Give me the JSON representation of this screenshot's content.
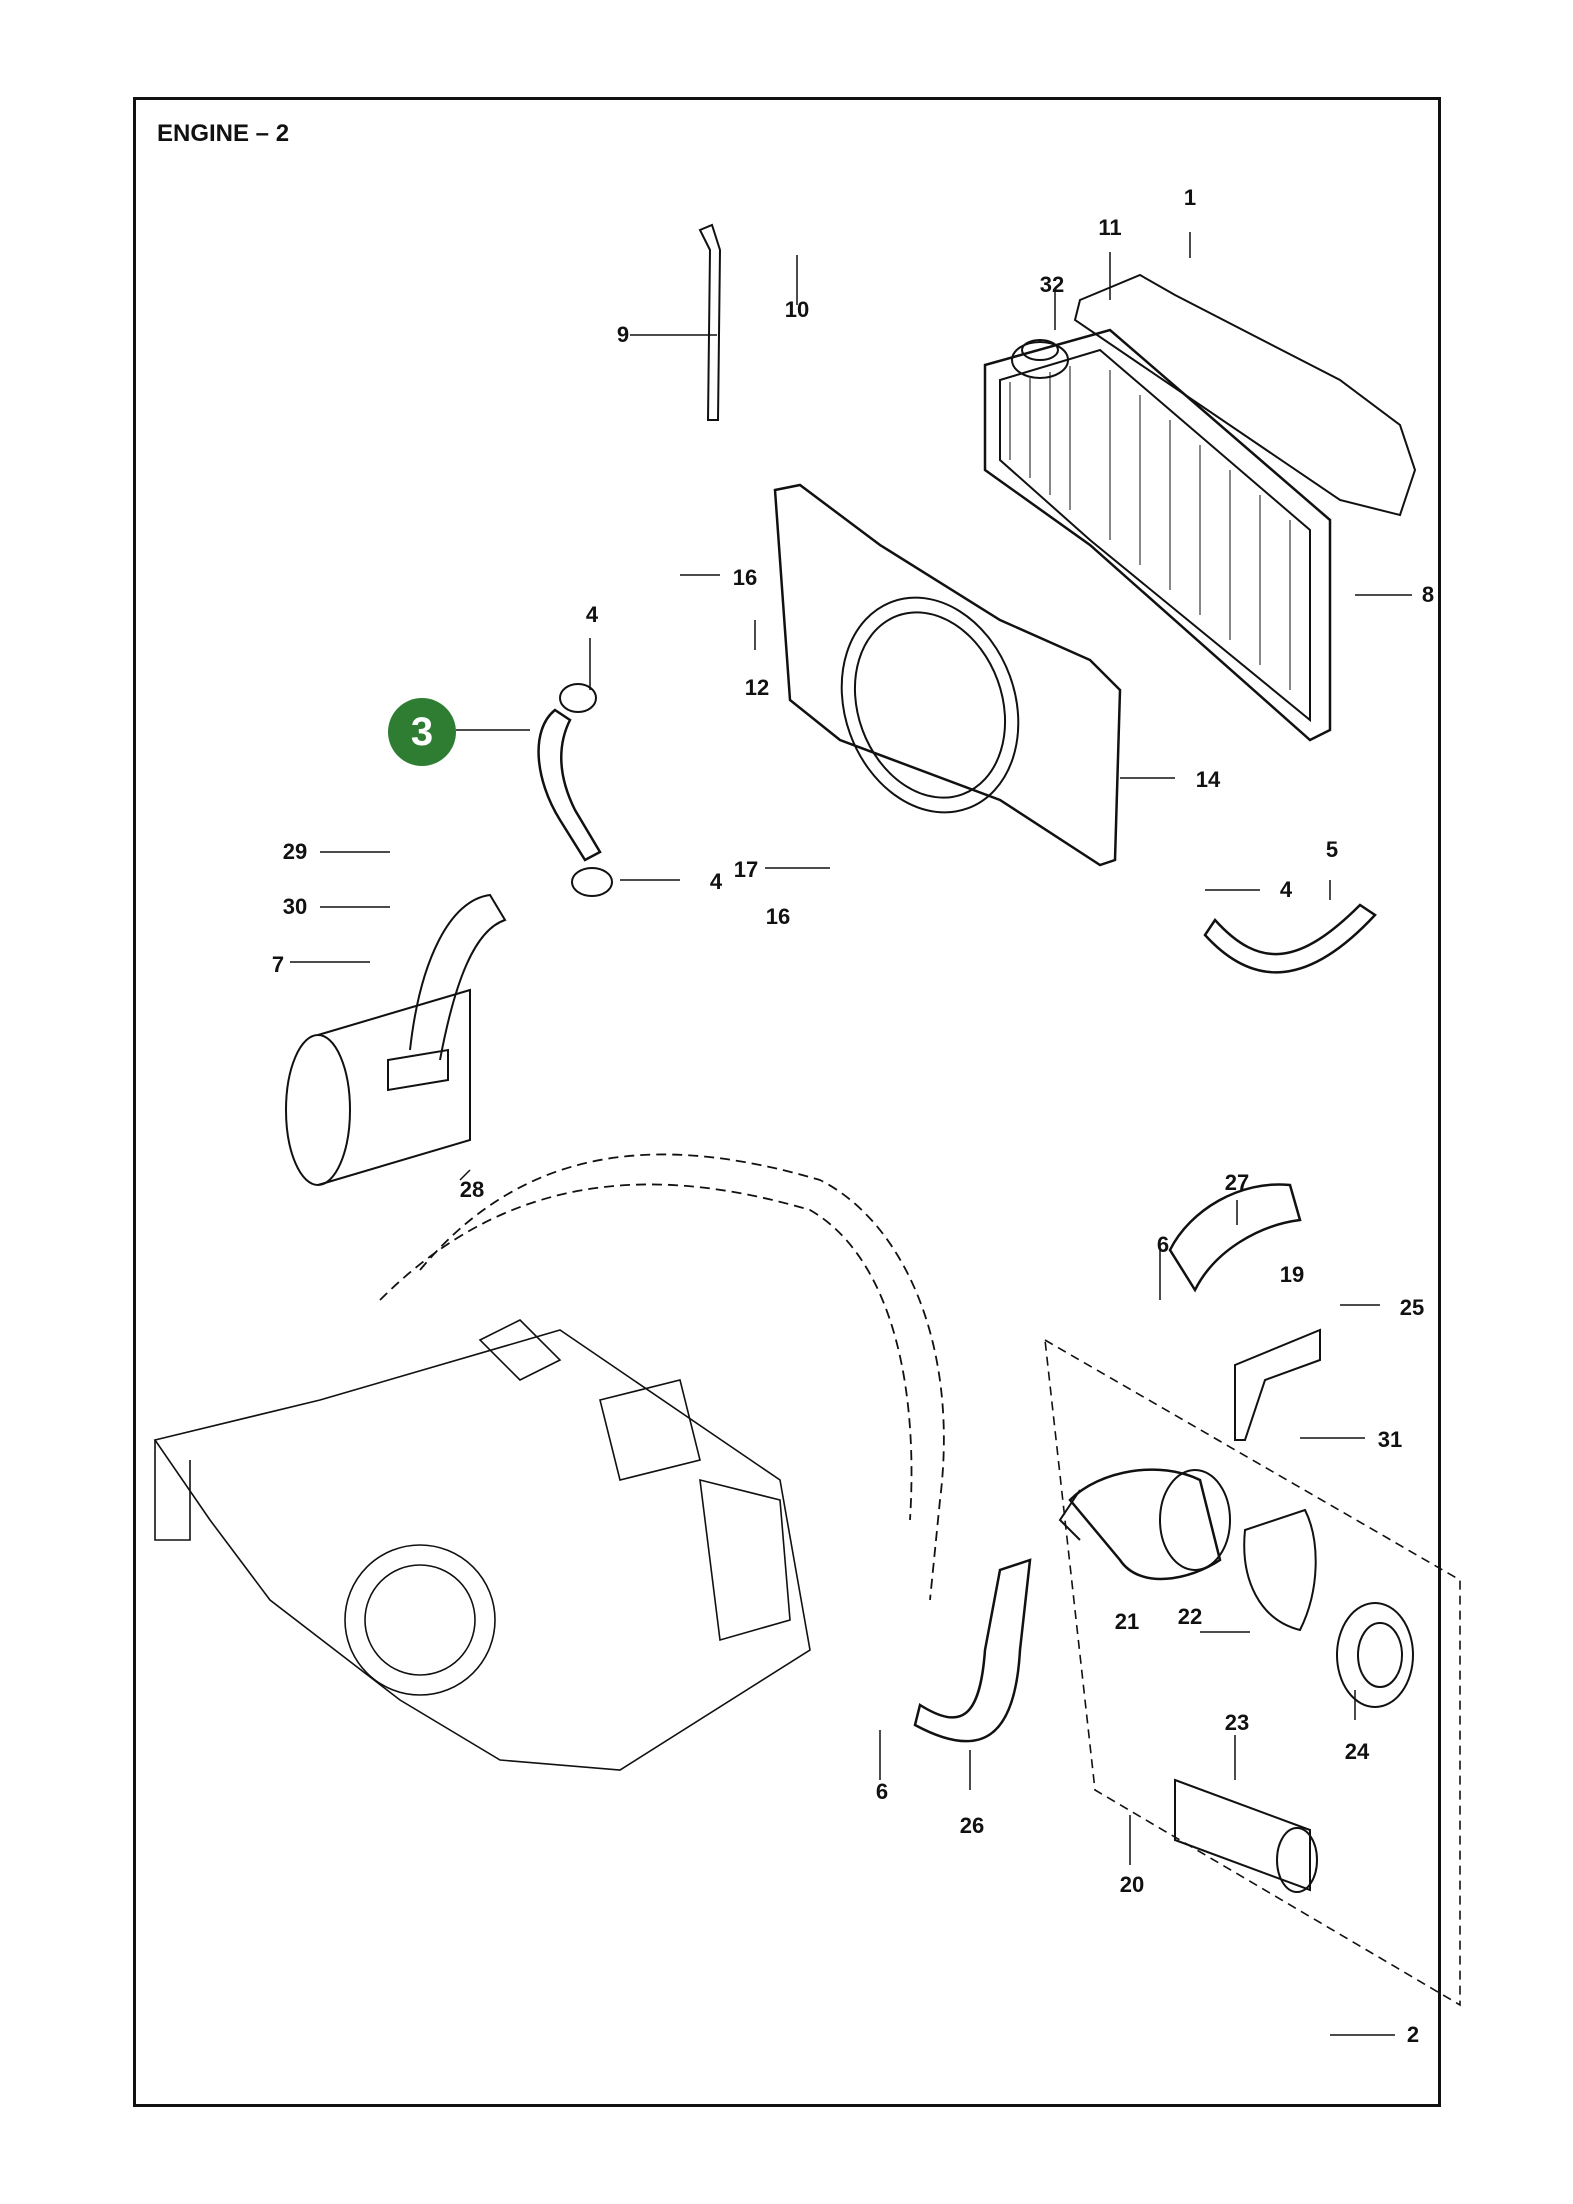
{
  "title": "ENGINE – 2",
  "highlight": {
    "number": "3",
    "color": "#2e7d32"
  },
  "callouts": [
    "1",
    "11",
    "32",
    "10",
    "9",
    "8",
    "16",
    "4",
    "12",
    "3",
    "14",
    "29",
    "30",
    "17",
    "4",
    "4",
    "5",
    "16",
    "7",
    "28",
    "27",
    "6",
    "19",
    "25",
    "31",
    "21",
    "22",
    "24",
    "23",
    "20",
    "6",
    "26",
    "2"
  ],
  "colors": {
    "line": "#111111",
    "background": "#ffffff",
    "badge": "#2e7d32"
  }
}
